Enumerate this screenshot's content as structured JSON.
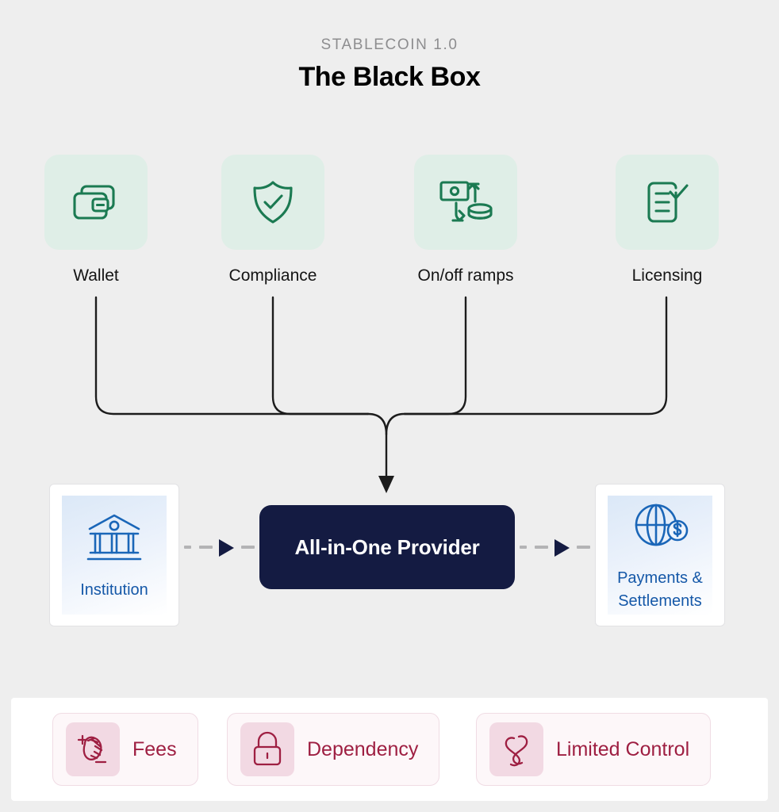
{
  "header": {
    "eyebrow": "STABLECOIN 1.0",
    "title": "The Black Box"
  },
  "capabilities": [
    {
      "label": "Wallet",
      "icon": "wallet-icon"
    },
    {
      "label": "Compliance",
      "icon": "shield-check-icon"
    },
    {
      "label": "On/off ramps",
      "icon": "cash-exchange-icon"
    },
    {
      "label": "Licensing",
      "icon": "document-check-icon"
    }
  ],
  "flow": {
    "source": {
      "label": "Institution",
      "icon": "bank-icon"
    },
    "hub": {
      "label": "All-in-One Provider"
    },
    "destination": {
      "label": "Payments &\nSettlements",
      "line1": "Payments &",
      "line2": "Settlements",
      "icon": "globe-dollar-icon"
    }
  },
  "drawbacks": [
    {
      "label": "Fees",
      "icon": "coin-plus-minus-icon"
    },
    {
      "label": "Dependency",
      "icon": "lock-icon"
    },
    {
      "label": "Limited Control",
      "icon": "chain-link-icon"
    }
  ],
  "colors": {
    "background": "#eeeeee",
    "tile_fill": "#dfeee7",
    "tile_icon": "#1b7a52",
    "hub_fill": "#141b42",
    "hub_text": "#ffffff",
    "card_accent": "#1558a8",
    "drawback_accent": "#9e1f42",
    "drawback_icon_fill": "#f2d9e3",
    "connector_line": "#1c1c1c",
    "dash_line": "#b3b3b5"
  }
}
